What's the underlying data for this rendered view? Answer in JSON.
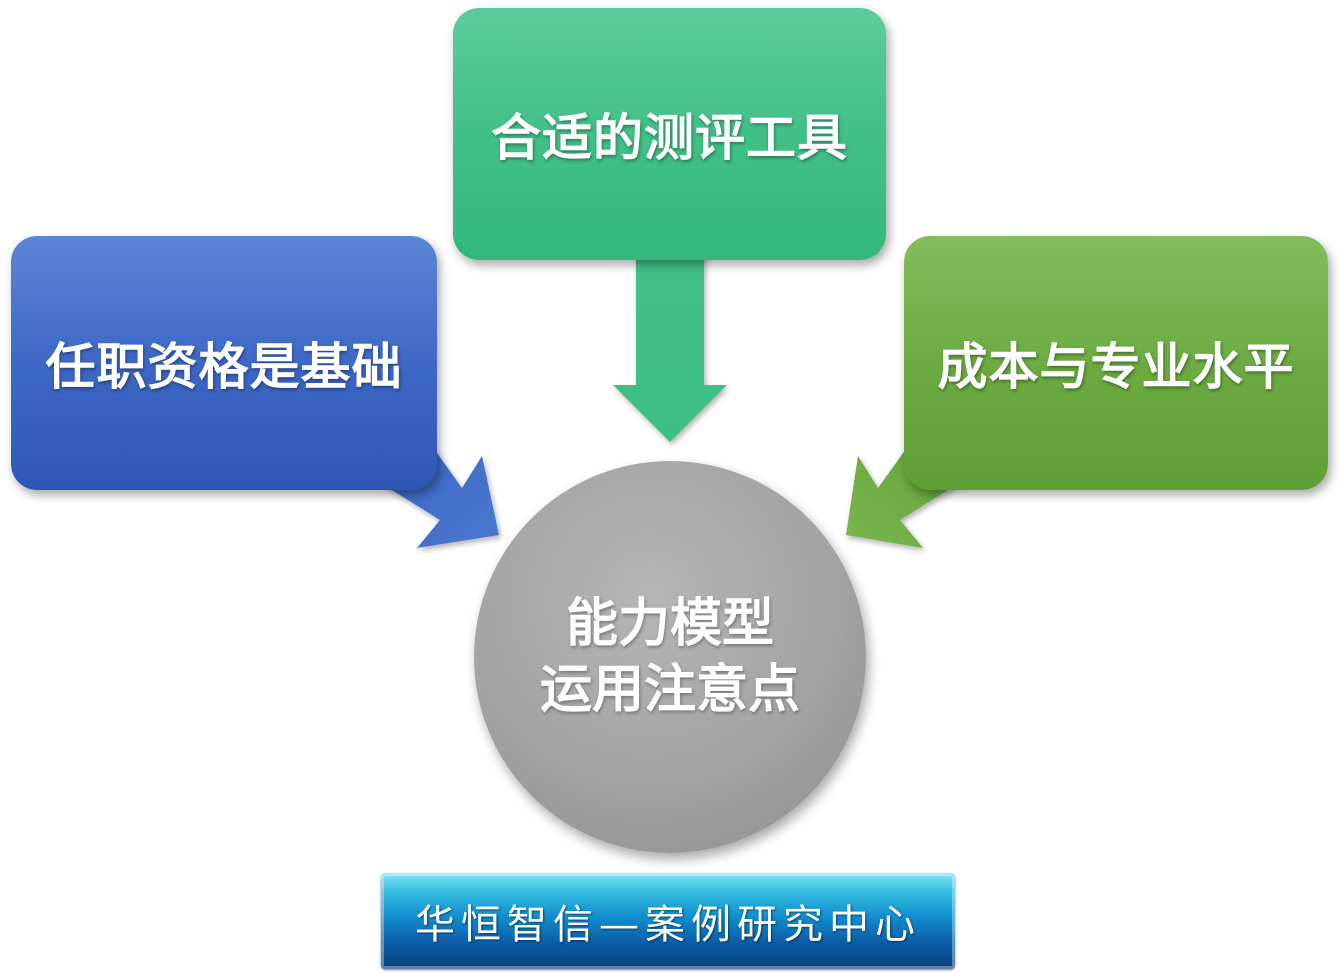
{
  "nodes": {
    "top": "合适的测评工具",
    "left": "任职资格是基础",
    "right": "成本与专业水平",
    "center_line1": "能力模型",
    "center_line2": "运用注意点"
  },
  "banner": {
    "text": "华恒智信—案例研究中心"
  },
  "colors": {
    "top": "#3fbf86",
    "left": "#3b66c4",
    "right": "#6aaa40",
    "center": "#a3a3a3",
    "banner": "#138fcf"
  }
}
